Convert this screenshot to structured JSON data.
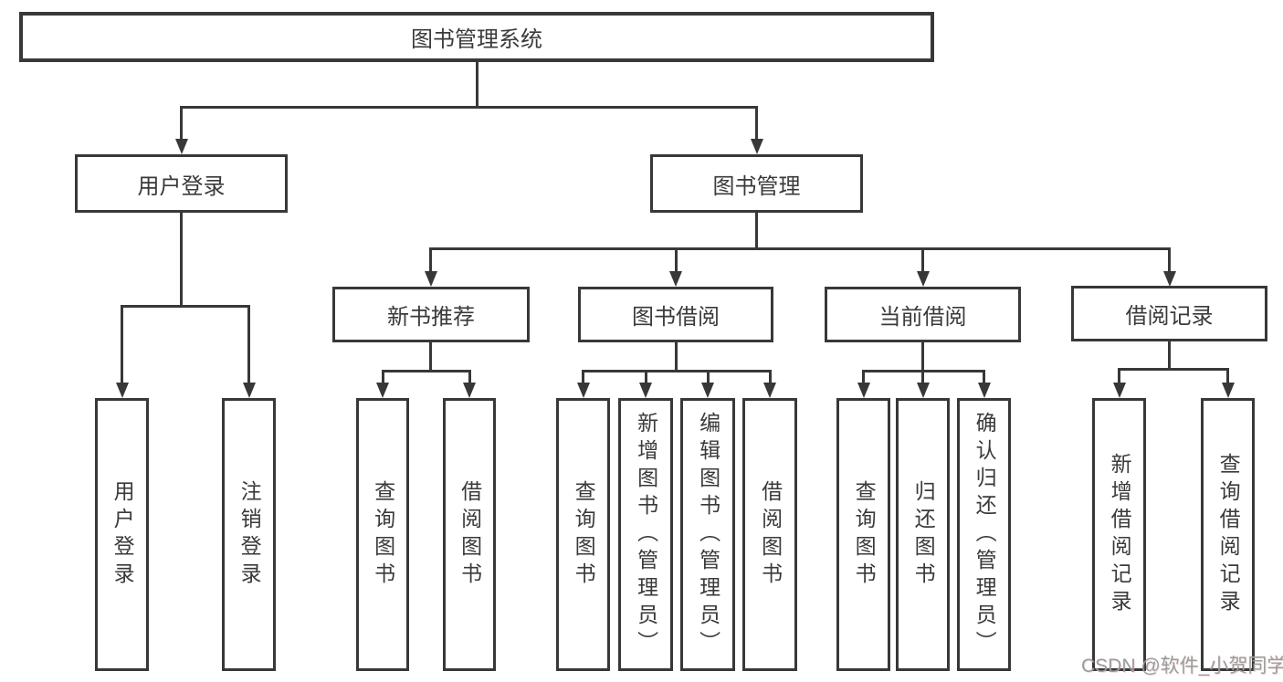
{
  "diagram_title": "图书管理系统",
  "nodes": {
    "root": {
      "label": "图书管理系统"
    },
    "level2": [
      {
        "label": "用户登录"
      },
      {
        "label": "图书管理"
      }
    ],
    "level3": [
      {
        "label": "新书推荐",
        "parent": "图书管理"
      },
      {
        "label": "图书借阅",
        "parent": "图书管理"
      },
      {
        "label": "当前借阅",
        "parent": "图书管理"
      },
      {
        "label": "借阅记录",
        "parent": "图书管理"
      }
    ],
    "level4": [
      {
        "label": "用户登录",
        "parent": "用户登录"
      },
      {
        "label": "注销登录",
        "parent": "用户登录"
      },
      {
        "label": "查询图书",
        "parent": "新书推荐"
      },
      {
        "label": "借阅图书",
        "parent": "新书推荐"
      },
      {
        "label": "查询图书",
        "parent": "图书借阅"
      },
      {
        "label": "新增图书（管理员）",
        "parent": "图书借阅"
      },
      {
        "label": "编辑图书（管理员）",
        "parent": "图书借阅"
      },
      {
        "label": "借阅图书",
        "parent": "图书借阅"
      },
      {
        "label": "查询图书",
        "parent": "当前借阅"
      },
      {
        "label": "归还图书",
        "parent": "当前借阅"
      },
      {
        "label": "确认归还（管理员）",
        "parent": "当前借阅"
      },
      {
        "label": "新增借阅记录",
        "parent": "借阅记录"
      },
      {
        "label": "查询借阅记录",
        "parent": "借阅记录"
      }
    ]
  },
  "watermark": "CSDN @软件_小贺同学",
  "colors": {
    "line": "#383838",
    "text": "#3a3a3a",
    "watermark": "#9c9c9c",
    "background": "#ffffff"
  }
}
